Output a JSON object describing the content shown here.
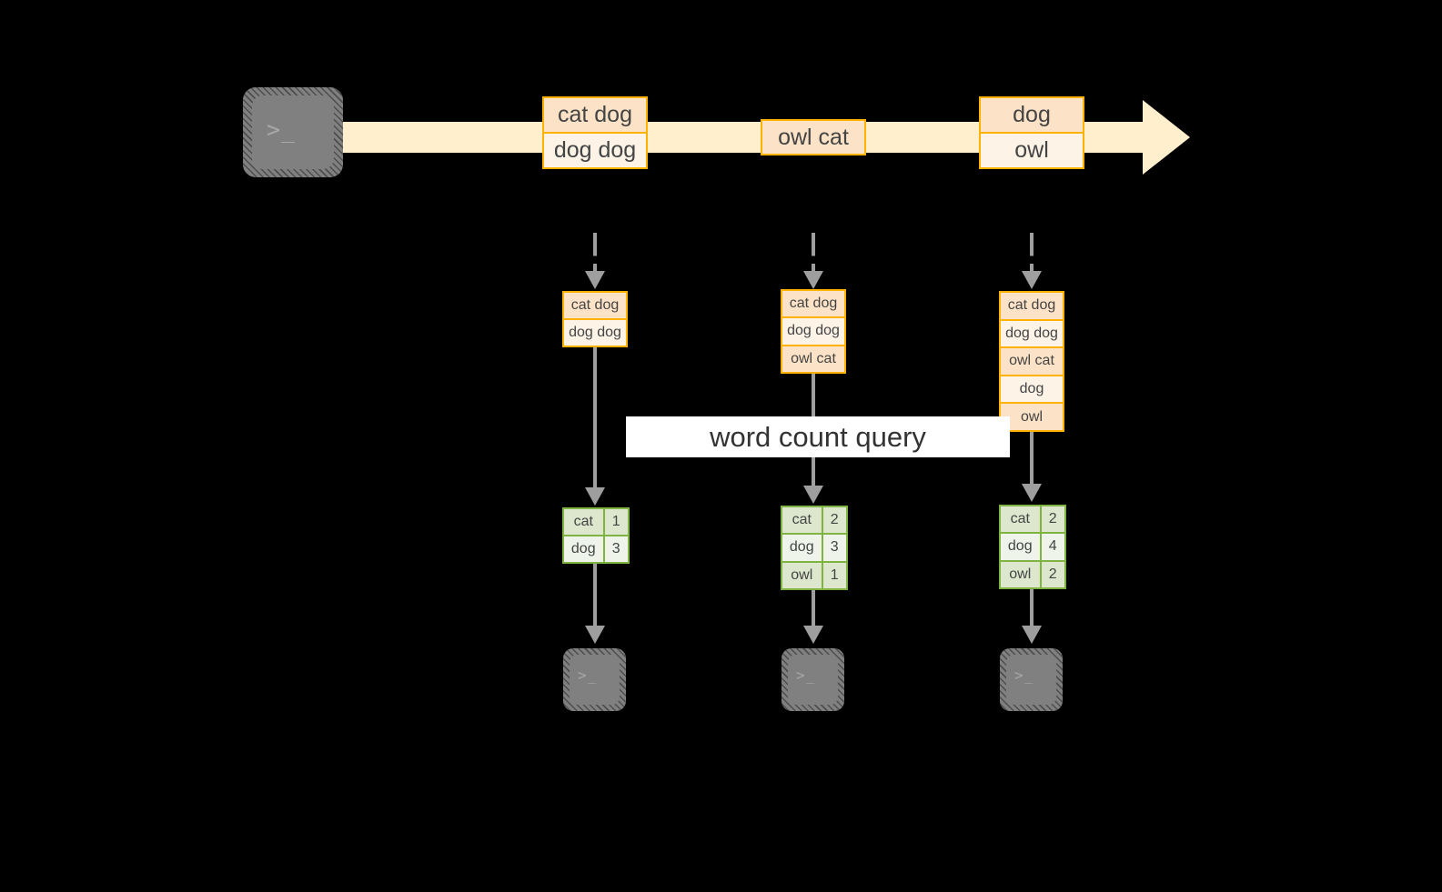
{
  "diagram": {
    "title_label": "word count query",
    "colors": {
      "stream_band": "#FFEFCD",
      "record_border": "#FFB300",
      "record_fill_dark": "#FCE3C7",
      "record_fill_light": "#FDF3E7",
      "result_border": "#7FB342",
      "result_fill_dark": "#DCE7CE",
      "result_fill_light": "#EFF4EA",
      "terminal_fill": "#808080",
      "connector": "#9E9E9E",
      "label_bg": "#FFFFFF",
      "background": "#000000"
    },
    "source_terminal": {
      "icon": "terminal-prompt-icon",
      "glyph": ">_"
    },
    "stream": {
      "groups": [
        {
          "id": "group-1",
          "lines": [
            "cat dog",
            "dog dog"
          ]
        },
        {
          "id": "group-2",
          "lines": [
            "owl cat"
          ]
        },
        {
          "id": "group-3",
          "lines": [
            "dog",
            "owl"
          ]
        }
      ]
    },
    "snapshots": [
      {
        "id": "snapshot-1",
        "input_lines": [
          "cat dog",
          "dog dog"
        ],
        "result_header": null,
        "result_rows": [
          {
            "word": "cat",
            "count": "1"
          },
          {
            "word": "dog",
            "count": "3"
          }
        ],
        "sink_terminal": {
          "icon": "terminal-prompt-icon",
          "glyph": ">_"
        }
      },
      {
        "id": "snapshot-2",
        "input_lines": [
          "cat dog",
          "dog dog",
          "owl cat"
        ],
        "result_header": null,
        "result_rows": [
          {
            "word": "cat",
            "count": "2"
          },
          {
            "word": "dog",
            "count": "3"
          },
          {
            "word": "owl",
            "count": "1"
          }
        ],
        "sink_terminal": {
          "icon": "terminal-prompt-icon",
          "glyph": ">_"
        }
      },
      {
        "id": "snapshot-3",
        "input_lines": [
          "cat dog",
          "dog dog",
          "owl cat",
          "dog",
          "owl"
        ],
        "result_header": null,
        "result_rows": [
          {
            "word": "cat",
            "count": "2"
          },
          {
            "word": "dog",
            "count": "4"
          },
          {
            "word": "owl",
            "count": "2"
          }
        ],
        "sink_terminal": {
          "icon": "terminal-prompt-icon",
          "glyph": ">_"
        }
      }
    ]
  }
}
